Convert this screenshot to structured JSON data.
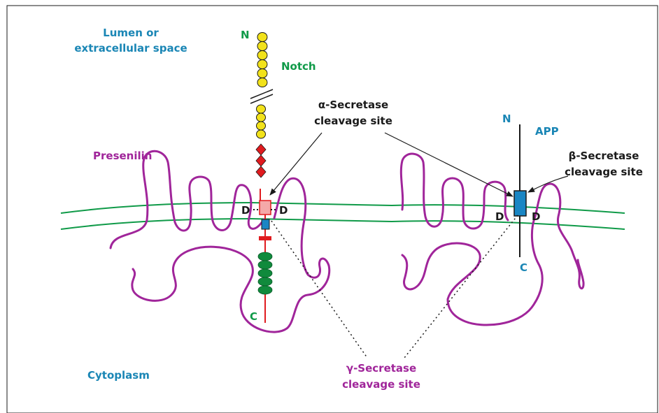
{
  "colors": {
    "green": "#0f9a48",
    "teal": "#1a86b5",
    "magenta": "#a0259a",
    "black": "#1a1a1a",
    "yellow": "#f2e21a",
    "red": "#e01b1f",
    "pink": "#f4a8a8",
    "blue": "#1a86c4",
    "darkgreen": "#108a3c"
  },
  "labels": {
    "lumen_line1": "Lumen or",
    "lumen_line2": "extracellular space",
    "cytoplasm": "Cytoplasm",
    "presenilin": "Presenilin",
    "notch": "Notch",
    "notch_n": "N",
    "notch_c": "C",
    "app": "APP",
    "app_n": "N",
    "app_c": "C",
    "d": "D",
    "alpha_line1": "α-Secretase",
    "alpha_line2": "cleavage site",
    "beta_line1": "β-Secretase",
    "beta_line2": "cleavage site",
    "gamma_line1": "γ-Secretase",
    "gamma_line2": "cleavage site"
  },
  "icons": {
    "notch_beads": "yellow-bead-icon",
    "notch_egf": "red-diamond-icon",
    "notch_ank": "green-oval-icon"
  }
}
